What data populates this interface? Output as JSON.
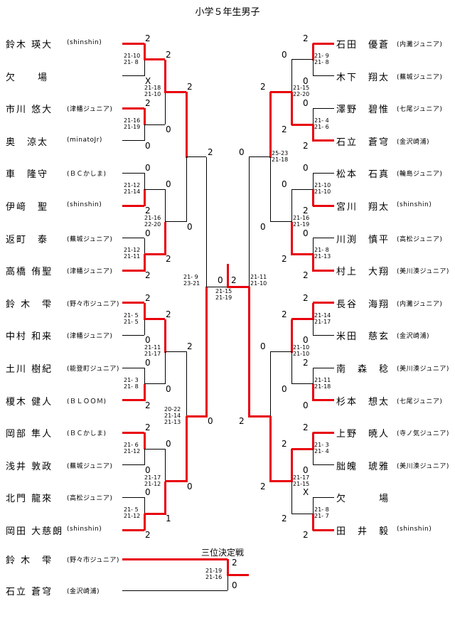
{
  "title": "小学５年生男子",
  "third_place_title": "三位決定戦",
  "left_players": [
    {
      "name": "鈴木 瑛大",
      "club": "(shinshin)"
    },
    {
      "name": "欠　　場",
      "club": ""
    },
    {
      "name": "市川 悠大",
      "club": "(津幡ジュニア)"
    },
    {
      "name": "奥　涼太",
      "club": "(minatoJr)"
    },
    {
      "name": "車　隆守",
      "club": "(ＢＣかしま)"
    },
    {
      "name": "伊﨑　聖",
      "club": "(shinshin)"
    },
    {
      "name": "返町　泰",
      "club": "(蕪城ジュニア)"
    },
    {
      "name": "高橋 侑聖",
      "club": "(津幡ジュニア)"
    },
    {
      "name": "鈴 木　雫",
      "club": "(野々市ジュニア)"
    },
    {
      "name": "中村 和来",
      "club": "(津幡ジュニア)"
    },
    {
      "name": "土川 樹紀",
      "club": "(能登町ジュニア)"
    },
    {
      "name": "榎木 健人",
      "club": "(ＢＬＯＯＭ)"
    },
    {
      "name": "岡部 隼人",
      "club": "(ＢＣかしま)"
    },
    {
      "name": "浅井 敦政",
      "club": "(蕪城ジュニア)"
    },
    {
      "name": "北門 龍來",
      "club": "(高松ジュニア)"
    },
    {
      "name": "岡田 大慈朗",
      "club": "(shinshin)"
    }
  ],
  "right_players": [
    {
      "name": "石田　優蒼",
      "club": "(内灘ジュニア)"
    },
    {
      "name": "木下　翔太",
      "club": "(蕪城ジュニア)"
    },
    {
      "name": "澤野　碧惟",
      "club": "(七尾ジュニア)"
    },
    {
      "name": "石立　蒼穹",
      "club": "(金沢崎浦)"
    },
    {
      "name": "松本　石真",
      "club": "(輪島ジュニア)"
    },
    {
      "name": "宮川　翔太",
      "club": "(shinshin)"
    },
    {
      "name": "川渕　慎平",
      "club": "(高松ジュニア)"
    },
    {
      "name": "村上　大翔",
      "club": "(美川湊ジュニア)"
    },
    {
      "name": "長谷　海翔",
      "club": "(内灘ジュニア)"
    },
    {
      "name": "米田　慈玄",
      "club": "(金沢崎浦)"
    },
    {
      "name": "南　森　稔",
      "club": "(美川湊ジュニア)"
    },
    {
      "name": "杉本　想太",
      "club": "(七尾ジュニア)"
    },
    {
      "name": "上野　暁人",
      "club": "(寺ノ気ジュニア)"
    },
    {
      "name": "朏魄　琥雅",
      "club": "(美川湊ジュニア)"
    },
    {
      "name": "欠　　　場",
      "club": ""
    },
    {
      "name": "田　井　毅",
      "club": "(shinshin)"
    }
  ],
  "third_place_players": [
    {
      "name": "鈴 木　雫",
      "club": "(野々市ジュニア)"
    },
    {
      "name": "石立 蒼穹",
      "club": "(金沢崎浦)"
    }
  ],
  "left_r1_scores": [
    "2",
    "X",
    "2",
    "0",
    "0",
    "2",
    "0",
    "2",
    "2",
    "0",
    "0",
    "2",
    "2",
    "0",
    "0",
    "2"
  ],
  "left_r2_scores": [
    "2",
    "0",
    "0",
    "2",
    "2",
    "0",
    "0",
    "1"
  ],
  "left_r3_scores": [
    "2",
    "0",
    "2",
    "0"
  ],
  "left_r4_scores": [
    "2",
    "0"
  ],
  "right_r1_scores": [
    "2",
    "0",
    "0",
    "2",
    "0",
    "2",
    "0",
    "2",
    "2",
    "0",
    "2",
    "0",
    "2",
    "0",
    "X",
    "2"
  ],
  "right_r2_scores": [
    "0",
    "2",
    "0",
    "2",
    "2",
    "0",
    "2",
    "2"
  ],
  "right_r3_scores": [
    "2",
    "0",
    "0",
    "2"
  ],
  "right_r4_scores": [
    "0",
    "2"
  ],
  "final_scores": {
    "left": "0",
    "right": "2"
  },
  "third_place_scores": {
    "top": "2",
    "bottom": "0"
  },
  "left_r1_sets": [
    "21-10\n21- 8",
    "21-16\n21-19",
    "21-12\n21-14",
    "21-12\n21-11",
    "21- 5\n21- 5",
    "21- 3\n21- 8",
    "21- 6\n21-12",
    "21- 5\n21-12"
  ],
  "left_r2_sets": [
    "21-18\n21-10",
    "21-16\n22-20",
    "21-11\n21-17",
    "21-17\n21-12"
  ],
  "left_r3_sets": [
    "",
    "20-22\n21-14\n21-13"
  ],
  "left_r4_set": "21- 9\n23-21",
  "right_r1_sets": [
    "21- 9\n21- 8",
    "21- 4\n21- 6",
    "21-10\n21-10",
    "21- 8\n21-13",
    "21-14\n21-17",
    "21-11\n21-18",
    "21- 3\n21- 4",
    "21- 8\n21- 7"
  ],
  "right_r2_sets": [
    "21-15\n22-20",
    "21-16\n21-19",
    "21-10\n21-10",
    "21-17\n21-15"
  ],
  "right_r3_sets": [
    "25-23\n21-18",
    ""
  ],
  "right_r4_set": "21-11\n21-10",
  "final_set": "21-15\n21-19",
  "third_place_set": "21-19\n21-16",
  "colors": {
    "line": "#000000",
    "winner_line": "#e8000b"
  }
}
